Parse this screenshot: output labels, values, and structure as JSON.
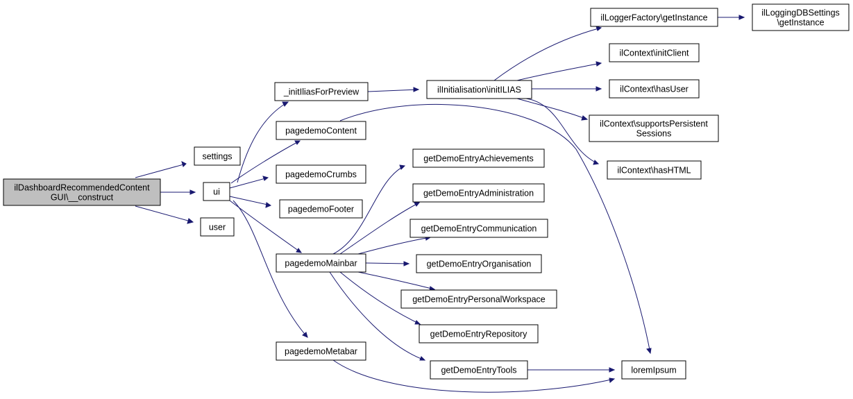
{
  "colors": {
    "edge": "#191970",
    "root_fill": "#bfbfbf",
    "node_fill": "#ffffff",
    "node_border": "#000000"
  },
  "nodes": {
    "root": [
      "ilDashboardRecommendedContent",
      "GUI\\__construct"
    ],
    "settings": [
      "settings"
    ],
    "ui": [
      "ui"
    ],
    "user": [
      "user"
    ],
    "initIlias": [
      "_initIliasForPreview"
    ],
    "pagedemoContent": [
      "pagedemoContent"
    ],
    "pagedemoCrumbs": [
      "pagedemoCrumbs"
    ],
    "pagedemoFooter": [
      "pagedemoFooter"
    ],
    "pagedemoMainbar": [
      "pagedemoMainbar"
    ],
    "pagedemoMetabar": [
      "pagedemoMetabar"
    ],
    "initILIAS": [
      "ilInitialisation\\initILIAS"
    ],
    "loggerFactory": [
      "ilLoggerFactory\\getInstance"
    ],
    "loggingDB": [
      "ilLoggingDBSettings",
      "\\getInstance"
    ],
    "initClient": [
      "ilContext\\initClient"
    ],
    "hasUser": [
      "ilContext\\hasUser"
    ],
    "supportsPersistent": [
      "ilContext\\supportsPersistent",
      "Sessions"
    ],
    "hasHTML": [
      "ilContext\\hasHTML"
    ],
    "achievements": [
      "getDemoEntryAchievements"
    ],
    "administration": [
      "getDemoEntryAdministration"
    ],
    "communication": [
      "getDemoEntryCommunication"
    ],
    "organisation": [
      "getDemoEntryOrganisation"
    ],
    "personalWorkspace": [
      "getDemoEntryPersonalWorkspace"
    ],
    "repository": [
      "getDemoEntryRepository"
    ],
    "tools": [
      "getDemoEntryTools"
    ],
    "loremIpsum": [
      "loremIpsum"
    ]
  }
}
